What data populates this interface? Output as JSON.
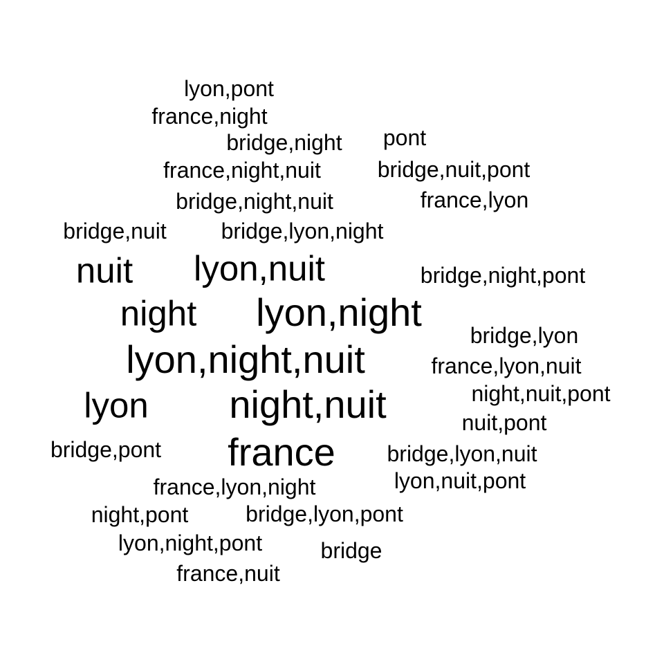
{
  "chart_data": {
    "type": "wordcloud",
    "text_color": "#000000",
    "background_color": "#ffffff",
    "words": [
      {
        "text": "france",
        "weight": 50
      },
      {
        "text": "lyon,night,nuit",
        "weight": 50
      },
      {
        "text": "night,nuit",
        "weight": 50
      },
      {
        "text": "lyon,night",
        "weight": 50
      },
      {
        "text": "lyon,nuit",
        "weight": 46
      },
      {
        "text": "nuit",
        "weight": 46
      },
      {
        "text": "night",
        "weight": 46
      },
      {
        "text": "lyon",
        "weight": 46
      },
      {
        "text": "lyon,pont",
        "weight": 30
      },
      {
        "text": "france,night",
        "weight": 30
      },
      {
        "text": "bridge,night",
        "weight": 30
      },
      {
        "text": "pont",
        "weight": 30
      },
      {
        "text": "france,night,nuit",
        "weight": 30
      },
      {
        "text": "bridge,nuit,pont",
        "weight": 30
      },
      {
        "text": "bridge,night,nuit",
        "weight": 30
      },
      {
        "text": "france,lyon",
        "weight": 30
      },
      {
        "text": "bridge,nuit",
        "weight": 30
      },
      {
        "text": "bridge,lyon,night",
        "weight": 30
      },
      {
        "text": "bridge,night,pont",
        "weight": 30
      },
      {
        "text": "bridge,lyon",
        "weight": 30
      },
      {
        "text": "france,lyon,nuit",
        "weight": 30
      },
      {
        "text": "night,nuit,pont",
        "weight": 30
      },
      {
        "text": "nuit,pont",
        "weight": 30
      },
      {
        "text": "bridge,pont",
        "weight": 30
      },
      {
        "text": "bridge,lyon,nuit",
        "weight": 30
      },
      {
        "text": "france,lyon,night",
        "weight": 30
      },
      {
        "text": "lyon,nuit,pont",
        "weight": 30
      },
      {
        "text": "night,pont",
        "weight": 30
      },
      {
        "text": "bridge,lyon,pont",
        "weight": 30
      },
      {
        "text": "lyon,night,pont",
        "weight": 30
      },
      {
        "text": "bridge",
        "weight": 30
      },
      {
        "text": "france,nuit",
        "weight": 30
      }
    ]
  }
}
